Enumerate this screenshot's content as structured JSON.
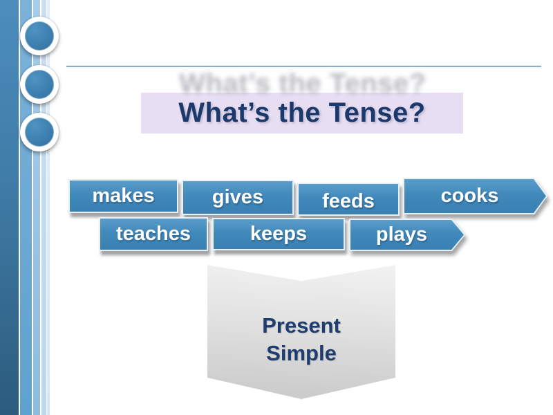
{
  "title": {
    "text": "What’s the Tense?"
  },
  "verbs": {
    "row1": [
      "makes",
      "gives",
      "feeds",
      "cooks"
    ],
    "row2": [
      "teaches",
      "keeps",
      "plays"
    ]
  },
  "answer": {
    "line1": "Present",
    "line2": "Simple"
  },
  "colors": {
    "banner_blue": "#4189bb",
    "banner_border": "#e9f1f8",
    "title_background": "#e7def3",
    "title_text": "#1b3a6b",
    "answer_text": "#1e3d6e",
    "ribbon_gray": "#d9d9d9",
    "divider_line": "#88adca",
    "stripe_dark_blue": "#3f7ba6",
    "stripe_light_blue": "#8fbcdc"
  }
}
